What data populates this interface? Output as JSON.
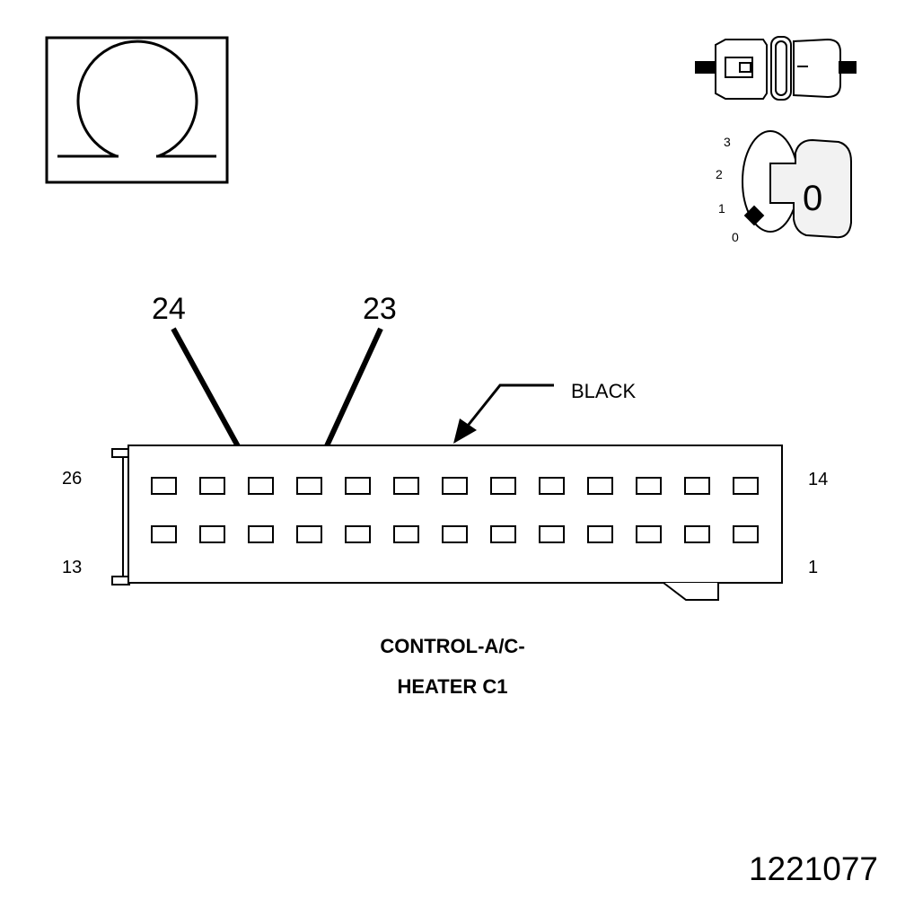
{
  "symbols": {
    "ohmmeter_icon": "ohm-symbol-icon",
    "connector_icon": "disconnected-connector-icon",
    "ignition_icon": "ignition-key-off-icon",
    "ignition_positions": [
      "3",
      "2",
      "1",
      "0"
    ],
    "key_label": "0"
  },
  "callouts": {
    "pin_a": "24",
    "pin_b": "23",
    "color": "BLACK"
  },
  "connector": {
    "pin_numbers": {
      "top_left": "26",
      "top_right": "14",
      "bottom_left": "13",
      "bottom_right": "1"
    },
    "rows": 2,
    "pins_per_row": 13,
    "name_line1": "CONTROL-A/C-",
    "name_line2": "HEATER C1"
  },
  "figure_number": "1221077",
  "colors": {
    "line": "#000000",
    "background": "#ffffff",
    "key_fill": "#f2f2f2"
  }
}
